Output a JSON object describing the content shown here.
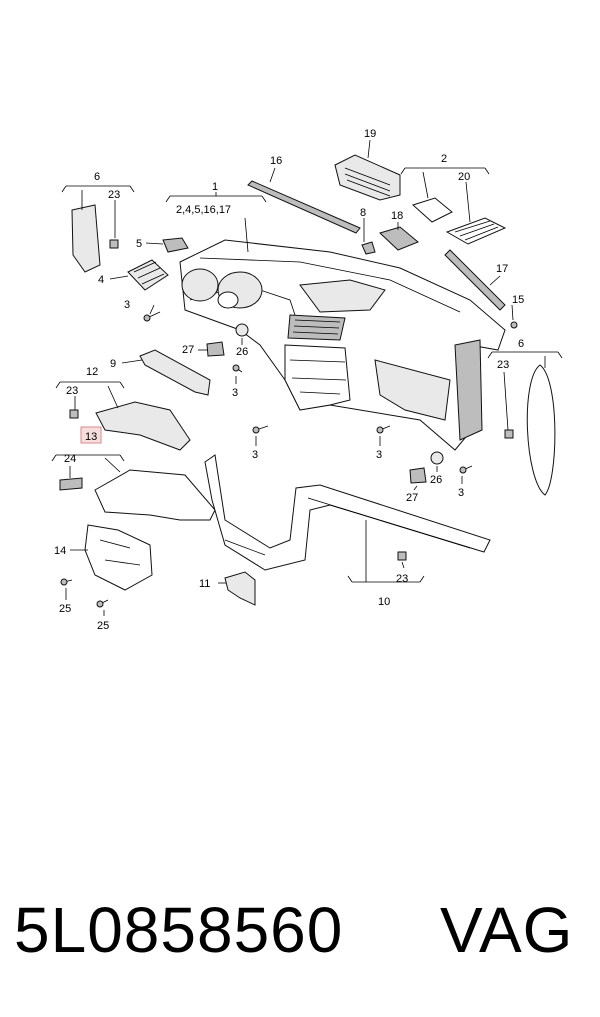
{
  "callouts": {
    "c1": "1",
    "c1_sub": "2,4,5,16,17",
    "c2": "2",
    "c3": "3",
    "c4": "4",
    "c5": "5",
    "c6": "6",
    "c8": "8",
    "c9": "9",
    "c10": "10",
    "c11": "11",
    "c12": "12",
    "c13": "13",
    "c14": "14",
    "c15": "15",
    "c16": "16",
    "c17": "17",
    "c18": "18",
    "c19": "19",
    "c20": "20",
    "c23": "23",
    "c24": "24",
    "c25": "25",
    "c26": "26",
    "c27": "27"
  },
  "highlighted_callout": "13",
  "footer": {
    "part_number": "5L0858560",
    "brand": "VAG"
  }
}
